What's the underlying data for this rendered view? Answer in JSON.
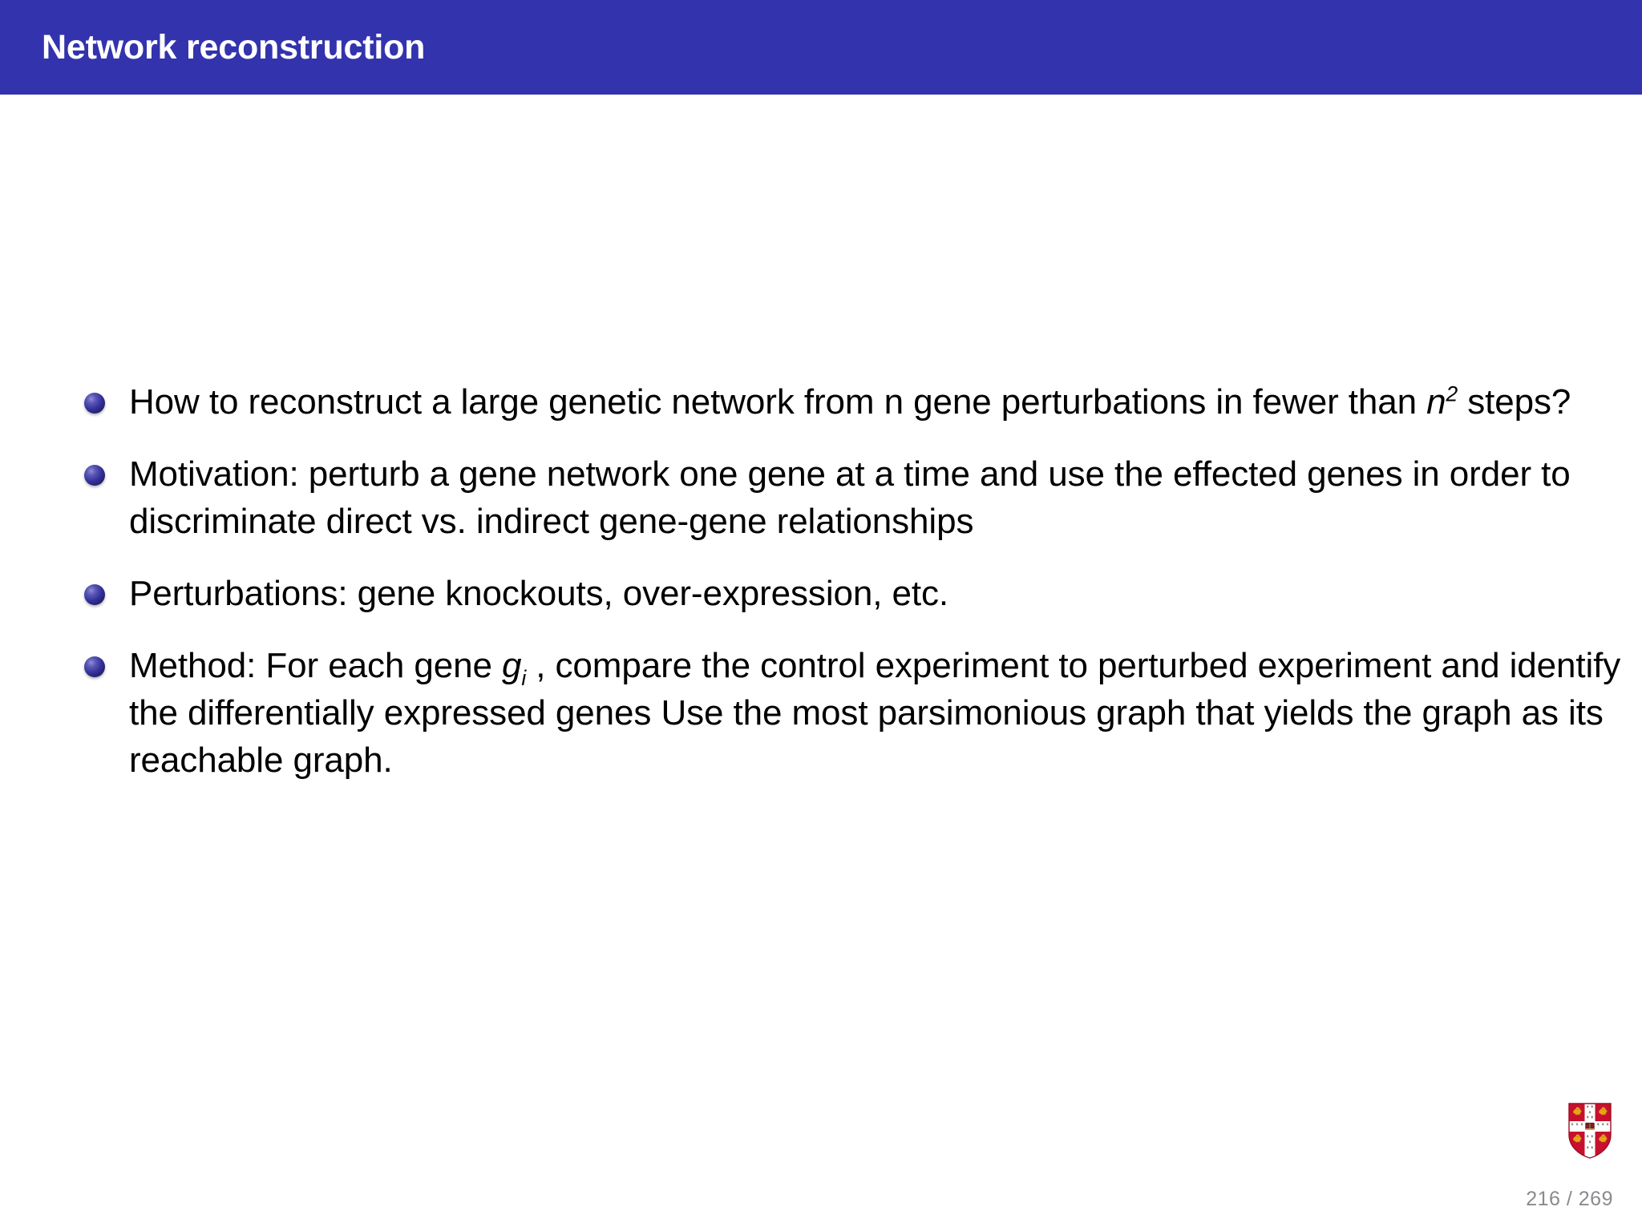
{
  "slide": {
    "title": "Network reconstruction",
    "banner_color": "#3333AD",
    "background_color": "#FFFFFF",
    "bullet_marker_color": "#33309A",
    "bullets": [
      {
        "id": "bullet-how-to-reconstruct",
        "segments": [
          {
            "type": "text",
            "value": "How to reconstruct a large genetic network from n gene perturbations in fewer than "
          },
          {
            "type": "italic",
            "value": "n"
          },
          {
            "type": "superscript",
            "value": "2"
          },
          {
            "type": "text",
            "value": " steps?"
          }
        ],
        "plain": "How to reconstruct a large genetic network from n gene perturbations in fewer than n2 steps?"
      },
      {
        "id": "bullet-motivation",
        "segments": [
          {
            "type": "text",
            "value": "Motivation: perturb a gene network one gene at a time and use the effected genes in order to discriminate direct vs. indirect gene-gene relationships"
          }
        ],
        "plain": "Motivation: perturb a gene network one gene at a time and use the effected genes in order to discriminate direct vs. indirect gene-gene relationships"
      },
      {
        "id": "bullet-perturbations",
        "segments": [
          {
            "type": "text",
            "value": "Perturbations: gene knockouts, over-expression, etc."
          }
        ],
        "plain": "Perturbations: gene knockouts, over-expression, etc."
      },
      {
        "id": "bullet-method",
        "segments": [
          {
            "type": "text",
            "value": "Method: For each gene "
          },
          {
            "type": "italic",
            "value": "g"
          },
          {
            "type": "subscript",
            "value": "i"
          },
          {
            "type": "text",
            "value": " , compare the control experiment to perturbed experiment and identify the differentially expressed genes Use the most parsimonious graph that yields the graph as its reachable graph."
          }
        ],
        "plain": "Method: For each gene gi , compare the control experiment to perturbed experiment and identify the differentially expressed genes Use the most parsimonious graph that yields the graph as its reachable graph."
      }
    ]
  },
  "footer": {
    "page_number": "216 / 269",
    "page_number_color": "#8A8A8F",
    "logo_name": "cambridge-coat-of-arms",
    "logo_colors": {
      "shield_red": "#C8102E",
      "cross_white": "#FFFFFF",
      "lion_gold": "#E8A317",
      "book_dark_red": "#7A1F1F"
    }
  }
}
